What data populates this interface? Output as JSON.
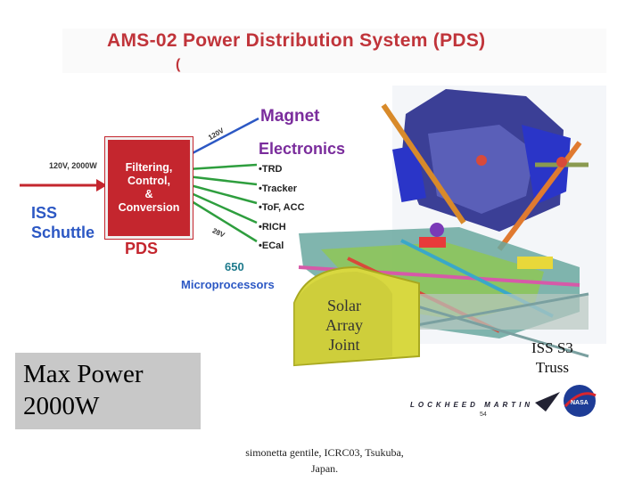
{
  "title": "AMS-02 Power Distribution System (PDS)",
  "subtitle_mark": "(",
  "pds_box": {
    "line1": "Filtering,",
    "line2": "Control,",
    "line3": "&",
    "line4": "Conversion"
  },
  "pds_label": "PDS",
  "input_label": "120V, 2000W",
  "iss_line1": "ISS",
  "iss_line2": "Schuttle",
  "magnet": "Magnet",
  "electronics": "Electronics",
  "subsystems": [
    "•TRD",
    "•Tracker",
    "•ToF, ACC",
    "•RICH",
    "•ECal"
  ],
  "micro_count": "650",
  "micro_label": "Microprocessors",
  "voltage_120": "120V",
  "voltage_28": "28V",
  "solar_line1": "Solar",
  "solar_line2": "Array",
  "solar_line3": "Joint",
  "truss_line1": "ISS S3",
  "truss_line2": "Truss",
  "max_line1": "Max Power",
  "max_line2": "2000W",
  "footer_line1": "simonetta gentile, ICRC03, Tsukuba,",
  "footer_line2": "Japan.",
  "logo_text": "LOCKHEED MARTIN",
  "logo_num": "54",
  "colors": {
    "red": "#c4262e",
    "blue": "#2c58c4",
    "purple": "#7a2c9c",
    "green": "#2e9e3e",
    "yellow": "#d8d840"
  }
}
